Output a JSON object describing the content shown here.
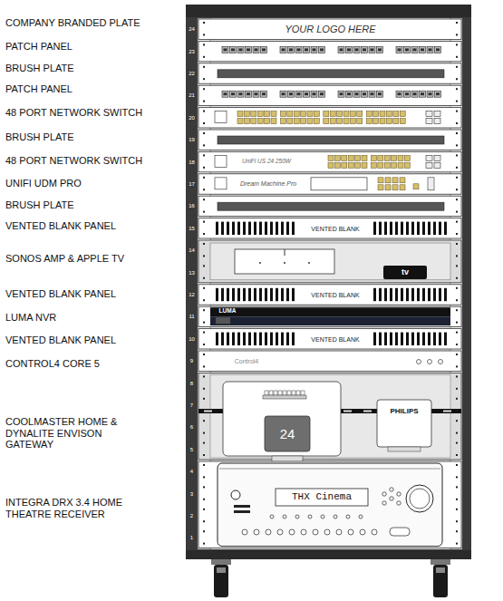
{
  "diagram": {
    "nodes": [
      {
        "text": [
          "YOUR LOGO HERE"
        ]
      },
      {
        "text": [
          "UniFi US 24 250W"
        ]
      },
      {
        "text": [
          "Dream Machine Pro"
        ]
      },
      {
        "text": [
          "VENTED BLANK"
        ]
      },
      {
        "text": [
          "tv"
        ]
      },
      {
        "text": [
          "VENTED BLANK"
        ]
      },
      {
        "text": [
          "LUMA"
        ]
      },
      {
        "text": [
          "VENTED BLANK"
        ]
      },
      {
        "text": [
          "Control4"
        ]
      },
      {
        "text": [
          "24"
        ]
      },
      {
        "text": [
          "PHILIPS"
        ]
      },
      {
        "text": [
          "THX Cinema"
        ]
      }
    ],
    "labels": [
      "COMPANY BRANDED PLATE",
      "PATCH PANEL",
      "BRUSH PLATE",
      "PATCH PANEL",
      "48 PORT NETWORK SWITCH",
      "BRUSH PLATE",
      "48 PORT NETWORK SWITCH",
      "UNIFI UDM PRO",
      "BRUSH PLATE",
      "VENTED BLANK PANEL",
      "SONOS AMP & APPLE TV",
      "VENTED BLANK PANEL",
      "LUMA NVR",
      "VENTED BLANK PANEL",
      "CONTROL4 CORE 5",
      "COOLMASTER HOME & DYNALITE ENVISON GATEWAY",
      "INTEGRA DRX 3.4 HOME THEATRE RECEIVER",
      "24",
      "23",
      "22",
      "21",
      "20",
      "19",
      "18",
      "17",
      "16",
      "15",
      "14",
      "13",
      "12",
      "11",
      "10",
      "9",
      "8",
      "7",
      "6",
      "5",
      "4",
      "3",
      "2",
      "1"
    ]
  }
}
